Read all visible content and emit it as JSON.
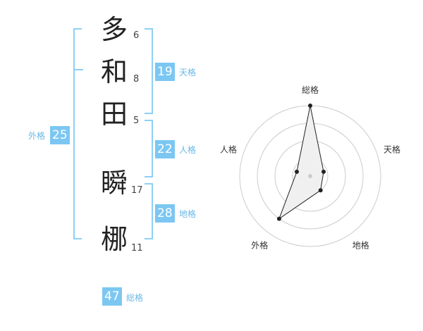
{
  "colors": {
    "accent": "#7cc7f2",
    "bracket": "#8cd0f5",
    "label": "#6ab8e6",
    "poly_fill": "#f0f0f0",
    "poly_stroke": "#222222",
    "grid": "#cccccc"
  },
  "name_chars": [
    {
      "char": "多",
      "strokes": "6"
    },
    {
      "char": "和",
      "strokes": "8"
    },
    {
      "char": "田",
      "strokes": "5"
    },
    {
      "char": "瞬",
      "strokes": "17"
    },
    {
      "char": "梛",
      "strokes": "11"
    }
  ],
  "fortunes": {
    "tenkaku": {
      "value": "19",
      "label": "天格"
    },
    "jinkaku": {
      "value": "22",
      "label": "人格"
    },
    "chikaku": {
      "value": "28",
      "label": "地格"
    },
    "gaikaku": {
      "value": "25",
      "label": "外格"
    },
    "soukaku": {
      "value": "47",
      "label": "総格"
    }
  },
  "chart_data": {
    "type": "radar",
    "axes": [
      "総格",
      "天格",
      "地格",
      "外格",
      "人格"
    ],
    "values": [
      1.0,
      0.2,
      0.25,
      0.75,
      0.2
    ],
    "max": 1.0,
    "rings": 4
  }
}
